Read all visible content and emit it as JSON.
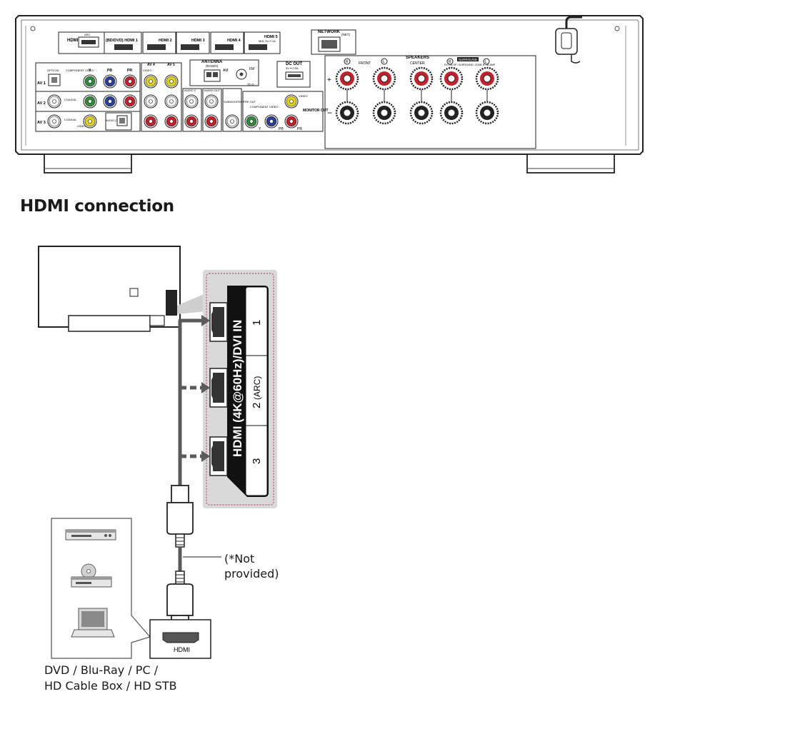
{
  "heading": "HDMI connection",
  "receiver": {
    "hdmi_out": "HDMI OUT",
    "arc": "ARC",
    "hdmi_in": [
      "(BD/DVD)  HDMI 1",
      "HDMI 2",
      "HDMI 3",
      "HDMI 4",
      "HDMI 5"
    ],
    "hdmi5_sub": "MHL 5V ━ 1A",
    "network": "NETWORK",
    "net": "(NET)",
    "antenna": "ANTENNA",
    "radio": "(RADIO)",
    "am": "AM",
    "fm": "FM",
    "ohm": "75 Ω",
    "dc_out": "DC OUT",
    "dc_sub": "5V ━ 0.5A",
    "speakers": "SPEAKERS",
    "front": "FRONT",
    "center": "CENTER",
    "surround": "SURROUND",
    "extra": "EXTRA SP / SURROUND / ZONE B / BI-AMP",
    "sp_r": "R",
    "sp_l": "L",
    "plus": "+",
    "minus": "−",
    "av1": "AV 1",
    "av2": "AV 2",
    "av3": "AV 3",
    "av4": "AV 4",
    "av5": "AV 5",
    "optical": "OPTICAL",
    "coaxial": "COAXIAL",
    "coaxial3": "COAXIAL",
    "component_video": "COMPONENT VIDEO",
    "y": "Y",
    "pb": "PB",
    "pr": "PR",
    "video": "VIDEO",
    "video3": "VIDEO",
    "audio_tv": "AUDIO (TV)",
    "audio2": "AUDIO 2",
    "audio_out": "AUDIO OUT",
    "subwoofer": "SUBWOOFER PRE OUT",
    "comp_video_out": "COMPONENT VIDEO",
    "monitor_out": "MONITOR OUT",
    "video_out": "VIDEO",
    "out_y": "Y",
    "out_pb": "PB",
    "out_pr": "PR"
  },
  "tv_panel": {
    "label": "HDMI (4K@60Hz)/DVI IN",
    "ports": [
      "1",
      "2",
      "(ARC)",
      "3"
    ]
  },
  "cable_note_line1": "(*Not",
  "cable_note_line2": "provided)",
  "source_port": "HDMI",
  "source_caption_line1": "DVD / Blu-Ray / PC /",
  "source_caption_line2": "HD Cable Box / HD STB",
  "colors": {
    "green_jack": "#2e8b3a",
    "blue_jack": "#2a3f9a",
    "red_jack": "#c8202a",
    "yellow_jack": "#e2d21a",
    "panel_grey": "#d9d9d9",
    "panel_border": "#b0345a",
    "cable": "#555555"
  }
}
